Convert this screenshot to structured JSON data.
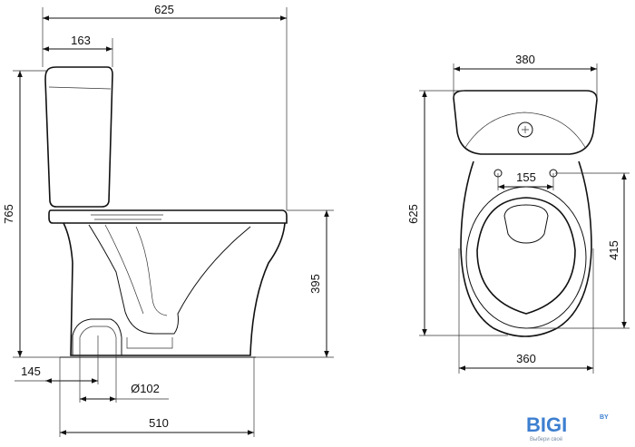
{
  "side_view": {
    "overall_length": "625",
    "tank_depth": "163",
    "overall_height": "765",
    "seat_height": "395",
    "outlet_height": "145",
    "outlet_diameter": "Ø102",
    "base_length": "510"
  },
  "top_view": {
    "tank_width": "380",
    "bowl_length": "625",
    "seat_hole_spacing": "155",
    "rim_length": "415",
    "bowl_width": "360"
  },
  "watermark": {
    "brand": "BIGI",
    "suffix": "BY",
    "tagline": "Выбери своё"
  },
  "colors": {
    "line": "#111111",
    "logo": "#3d7fd0"
  }
}
